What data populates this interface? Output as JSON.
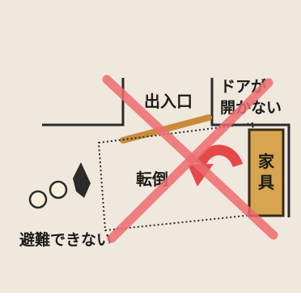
{
  "labels": {
    "entrance": "出入口",
    "door_line1": "ドアが",
    "door_line2": "開かない",
    "fallen": "転倒",
    "furniture_line1": "家",
    "furniture_line2": "具",
    "cannot_evacuate": "避難できない"
  },
  "colors": {
    "panel_bg": "#efe8dc",
    "line": "#2b2b2b",
    "door": "#c98b3a",
    "furniture_fill": "#d7a54f",
    "furniture_border": "#3a2a1a",
    "arrow_red": "#e5484b",
    "cross_red": "#ef6b6f",
    "text": "#1b1b1b",
    "person_fill": "#f8f0dd"
  },
  "icons": {
    "people": "people-icon",
    "direction_arrow": "arrow-icon",
    "rotation": "rotate-arrow-icon",
    "prohibited": "cross-mark-icon"
  }
}
